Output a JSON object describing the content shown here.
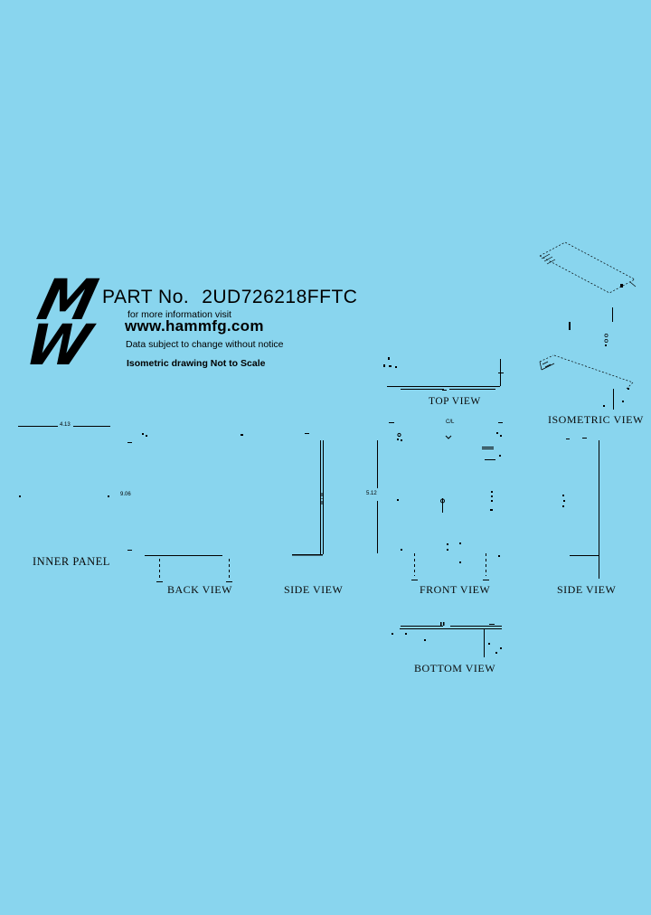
{
  "page": {
    "background": "#89d5ee",
    "line_color": "#000000"
  },
  "header": {
    "logo": {
      "top_letter": "M",
      "bottom_letter": "W"
    },
    "part_label": "PART No.",
    "part_number": "2UD726218FFTC",
    "info_line": "for more information visit",
    "website": "www.hammfg.com",
    "disclaimer": "Data subject to change without notice",
    "scale_note": "Isometric drawing Not to Scale"
  },
  "views": {
    "top": {
      "label": "TOP VIEW"
    },
    "isometric": {
      "label": "ISOMETRIC VIEW"
    },
    "inner_panel": {
      "label": "INNER PANEL",
      "width_dim": "4.13"
    },
    "back": {
      "label": "BACK VIEW",
      "height_dim": "9.06"
    },
    "side_left": {
      "label": "SIDE VIEW"
    },
    "front": {
      "label": "FRONT VIEW",
      "height_dim": "5.12",
      "centerline_note": "C/L"
    },
    "side_right": {
      "label": "SIDE VIEW"
    },
    "bottom": {
      "label": "BOTTOM VIEW"
    }
  }
}
